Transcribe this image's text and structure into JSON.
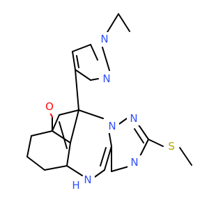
{
  "molecule": {
    "atoms": {
      "n_pyrazole_1": "N",
      "n_pyrazole_2": "N",
      "o_ketone": "O",
      "n_triazole_a": "N",
      "n_triazole_b": "N",
      "n_triazole_c": "N",
      "s_methylthio": "S",
      "nh_label": "N",
      "nh_h": "H"
    },
    "colors": {
      "nitrogen": "#3050f8",
      "oxygen": "#ff0d0d",
      "sulfur": "#b2a300",
      "carbon": "#000000"
    }
  }
}
